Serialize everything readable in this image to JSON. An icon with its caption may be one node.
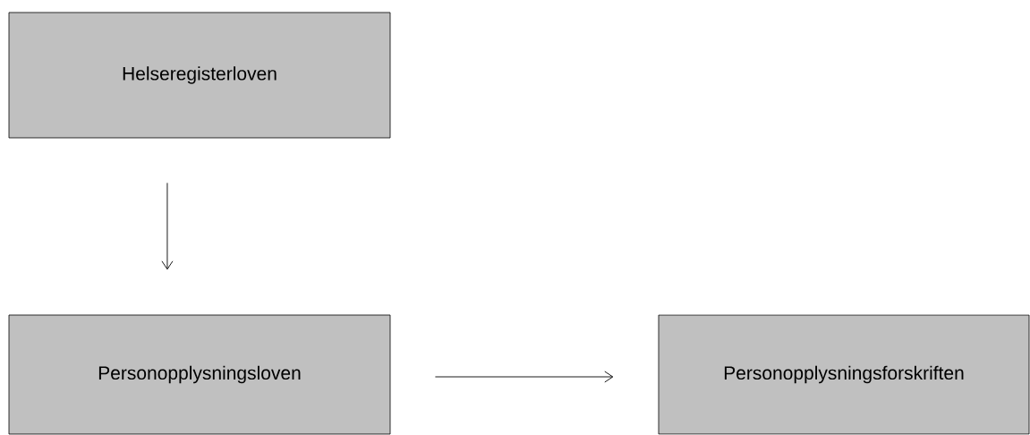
{
  "diagram": {
    "nodes": [
      {
        "text": [
          "Helseregisterloven"
        ]
      },
      {
        "text": [
          "Personopplysningsloven"
        ]
      },
      {
        "text": [
          "Personopplysningsforskriften"
        ]
      }
    ],
    "edges": [
      {
        "from": 0,
        "to": 1,
        "arrow": "to"
      },
      {
        "from": 1,
        "to": 2,
        "arrow": "to"
      }
    ]
  }
}
